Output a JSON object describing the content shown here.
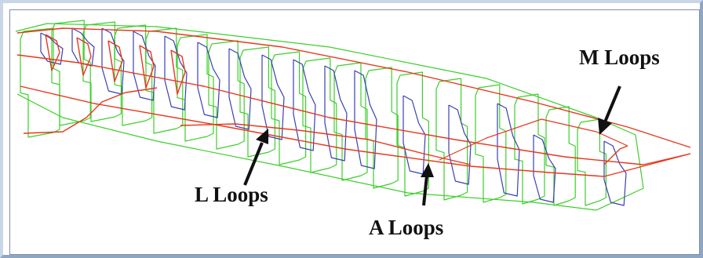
{
  "labels": {
    "m_loops": "M Loops",
    "l_loops": "L Loops",
    "a_loops": "A Loops"
  },
  "colors": {
    "m_loop_line": "#e8371c",
    "l_loop_line": "#3b3fb5",
    "a_loop_line": "#3ccf2a",
    "label_text": "#111111",
    "arrow": "#111111",
    "frame_light": "#c9d6e6",
    "frame_dark": "#8fa6c3"
  }
}
